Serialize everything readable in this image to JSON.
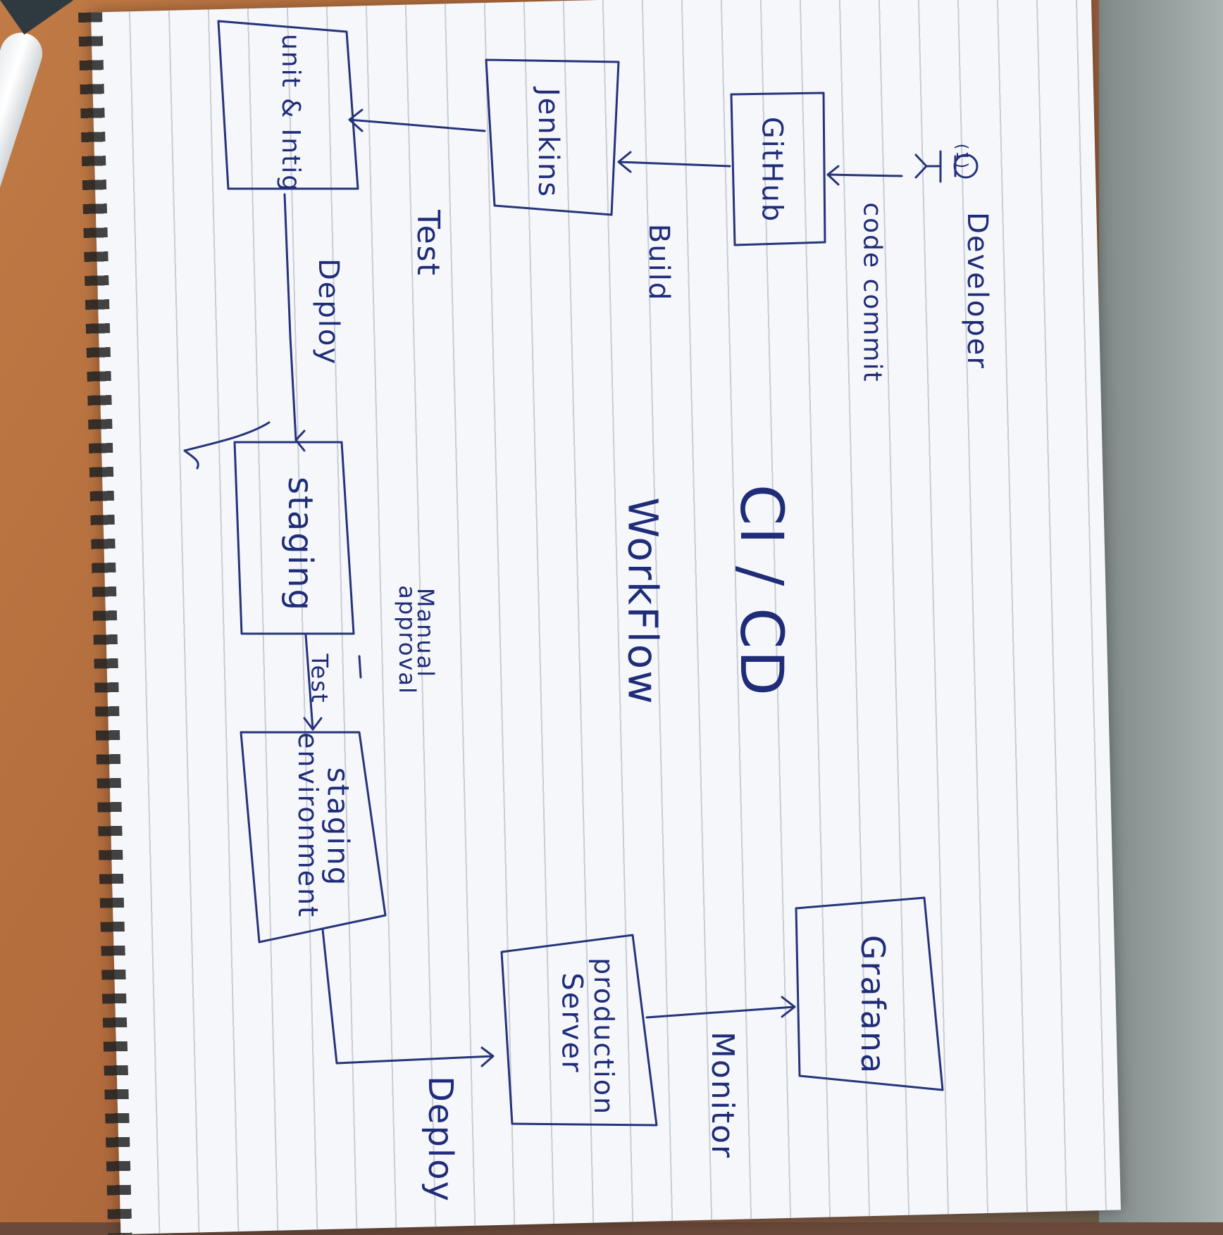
{
  "diagram": {
    "title_line1": "CI / CD",
    "title_line2": "WorkFlow",
    "start_marker": "(1)",
    "nodes": {
      "developer": "Developer",
      "github": "GitHub",
      "jenkins": "Jenkins",
      "unit_test": "unit & Intig",
      "staging": "staging",
      "staging_env_line1": "staging",
      "staging_env_line2": "environment",
      "production_line1": "production",
      "production_line2": "Server",
      "grafana": "Grafana"
    },
    "edges": {
      "code_commit": "code commit",
      "build": "Build",
      "test": "Test",
      "deploy_staging": "Deploy",
      "test_small": "Test",
      "manual_line1": "Manual",
      "manual_line2": "approval",
      "deploy_prod": "Deploy",
      "monitor": "Monitor"
    }
  },
  "colors": {
    "ink": "#26347a",
    "paper": "#f6f7fb",
    "rule": "#c9cdd6"
  }
}
